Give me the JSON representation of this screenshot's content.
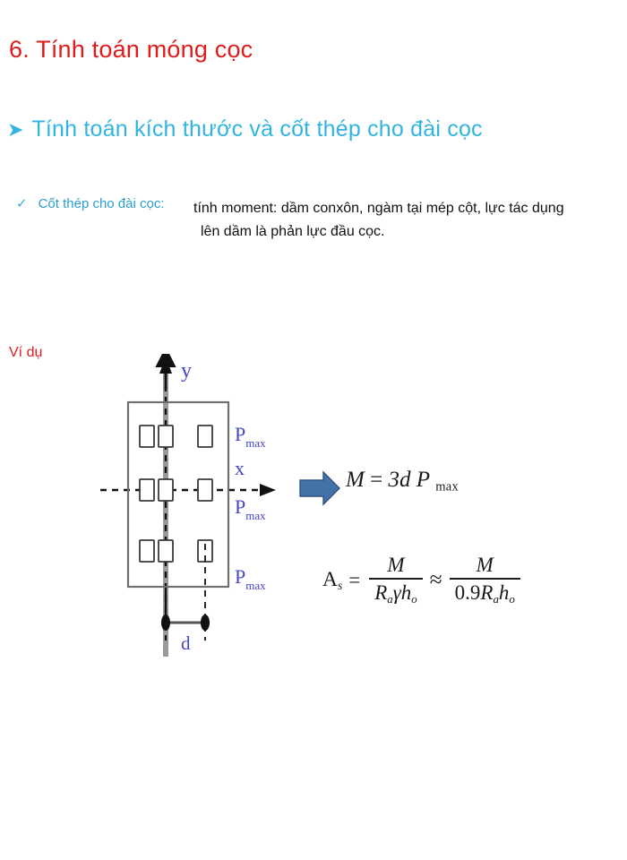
{
  "slide": {
    "title": "6. Tính toán móng cọc",
    "bullet_l1": {
      "marker": "➤",
      "text": "Tính toán kích thước và cốt thép cho đài cọc"
    },
    "bullet_l2": {
      "marker": "✓",
      "label": "Cốt thép cho đài cọc:",
      "body_line1": "tính moment: dầm conxôn, ngàm tại mép cột, lực tác dụng",
      "body_line2": "lên dầm là phản lực đầu cọc."
    },
    "example_label": "Ví dụ"
  },
  "diagram": {
    "axis_y_label": "y",
    "axis_x_label": "x",
    "pile_reaction_labels": [
      "Pmax",
      "Pmax",
      "Pmax"
    ],
    "pile_reaction_base": "P",
    "pile_reaction_sub": "max",
    "dimension_label": "d",
    "pile_count": 9,
    "grid_rows": 3,
    "grid_cols": 3
  },
  "equations": {
    "eq1": {
      "lhs": "M",
      "equals": "=",
      "coeff": "3d",
      "var": "P",
      "var_sub": "max",
      "full": "M = 3dPmax"
    },
    "eq2": {
      "lhs": "A",
      "lhs_sub": "s",
      "equals": "=",
      "frac1_num": "M",
      "frac1_den_r": "R",
      "frac1_den_r_sub": "a",
      "frac1_den_gamma": "γ",
      "frac1_den_h": "h",
      "frac1_den_h_sub": "o",
      "approx": "≈",
      "frac2_num": "M",
      "frac2_den_coeff": "0.9",
      "frac2_den_r": "R",
      "frac2_den_r_sub": "a",
      "frac2_den_h": "h",
      "frac2_den_h_sub": "o",
      "full": "As = M / (Ra γ ho) ≈ M / (0.9 Ra ho)"
    }
  },
  "colors": {
    "title_red": "#e01b1b",
    "heading_cyan": "#31b4e0",
    "label_blue": "#4646c8",
    "arrow_blue": "#4472a8",
    "outline_gray": "#6f6f6f",
    "text_black": "#111111"
  }
}
